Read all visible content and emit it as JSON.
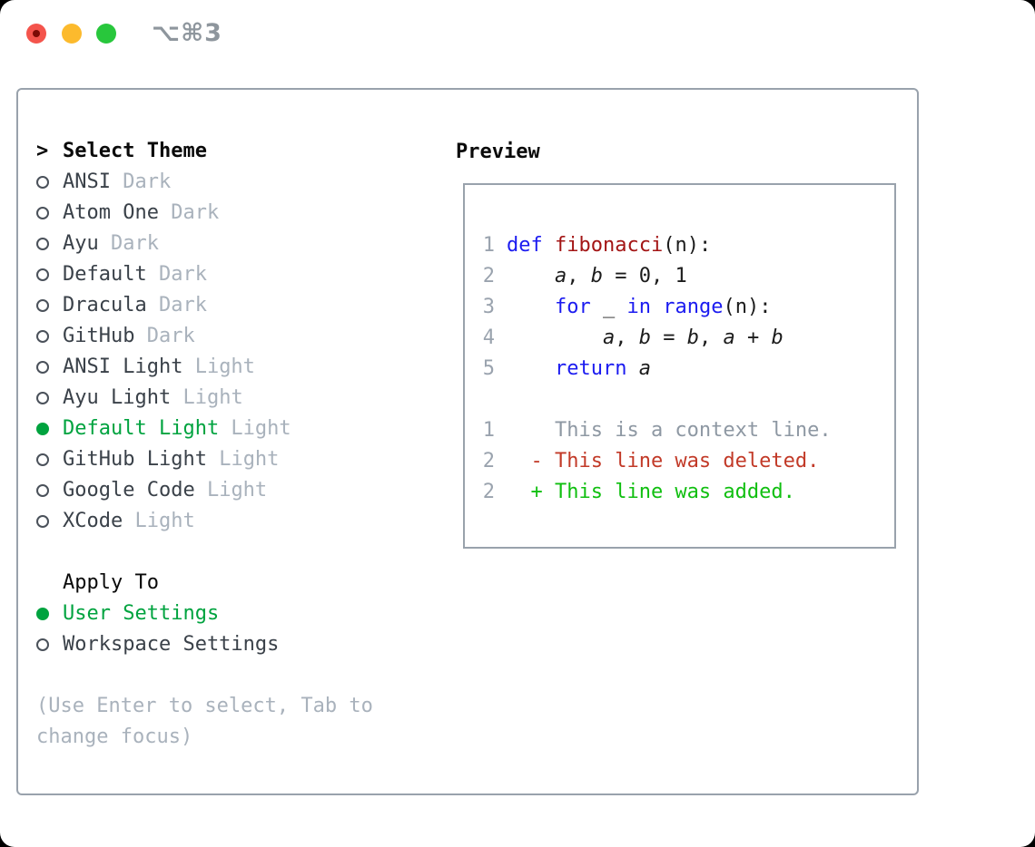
{
  "colors": {
    "accent-green": "#00A33F",
    "added-green": "#10BF10",
    "deleted-red": "#C23A28",
    "keyword-blue": "#1B1BF0",
    "function-red": "#A31515",
    "muted-gray": "#A9B2BC",
    "lineno-gray": "#9AA3AE",
    "context-gray": "#8E98A3",
    "text-dark": "#3A4149",
    "header-black": "#0A0A0A",
    "code-black": "#1C1C1C",
    "border-gray": "#99A2AC",
    "ring-gray": "#4A515A",
    "titlebar-gray": "#8E969D",
    "light-red": "#F4544C",
    "light-red-dot": "#7C0B05",
    "light-yellow": "#FCBA2D",
    "light-green": "#28C73C"
  },
  "window": {
    "title": "⌥⌘3"
  },
  "theme_panel": {
    "header_prefix": ">",
    "header_label": "Select Theme",
    "themes": [
      {
        "name": "ANSI",
        "variant": "Dark",
        "selected": false
      },
      {
        "name": "Atom One",
        "variant": "Dark",
        "selected": false
      },
      {
        "name": "Ayu",
        "variant": "Dark",
        "selected": false
      },
      {
        "name": "Default",
        "variant": "Dark",
        "selected": false
      },
      {
        "name": "Dracula",
        "variant": "Dark",
        "selected": false
      },
      {
        "name": "GitHub",
        "variant": "Dark",
        "selected": false
      },
      {
        "name": "ANSI Light",
        "variant": "Light",
        "selected": false
      },
      {
        "name": "Ayu Light",
        "variant": "Light",
        "selected": false
      },
      {
        "name": "Default Light",
        "variant": "Light",
        "selected": true
      },
      {
        "name": "GitHub Light",
        "variant": "Light",
        "selected": false
      },
      {
        "name": "Google Code",
        "variant": "Light",
        "selected": false
      },
      {
        "name": "XCode",
        "variant": "Light",
        "selected": false
      }
    ],
    "apply_to": {
      "label": "Apply To",
      "options": [
        {
          "label": "User Settings",
          "selected": true
        },
        {
          "label": "Workspace Settings",
          "selected": false
        }
      ]
    },
    "hint": "(Use Enter to select, Tab to change focus)"
  },
  "preview": {
    "title": "Preview",
    "code_lines": [
      {
        "n": "1",
        "tokens": [
          {
            "t": "def",
            "c": "kw"
          },
          {
            "t": " ",
            "c": "pl"
          },
          {
            "t": "fibonacci",
            "c": "fn"
          },
          {
            "t": "(n):",
            "c": "pl"
          }
        ]
      },
      {
        "n": "2",
        "tokens": [
          {
            "t": "    ",
            "c": "pl"
          },
          {
            "t": "a",
            "c": "var"
          },
          {
            "t": ", ",
            "c": "pl"
          },
          {
            "t": "b",
            "c": "var"
          },
          {
            "t": " = 0, 1",
            "c": "pl"
          }
        ]
      },
      {
        "n": "3",
        "tokens": [
          {
            "t": "    ",
            "c": "pl"
          },
          {
            "t": "for",
            "c": "kw"
          },
          {
            "t": " _ ",
            "c": "pl"
          },
          {
            "t": "in",
            "c": "kw"
          },
          {
            "t": " ",
            "c": "pl"
          },
          {
            "t": "range",
            "c": "kw"
          },
          {
            "t": "(n):",
            "c": "pl"
          }
        ]
      },
      {
        "n": "4",
        "tokens": [
          {
            "t": "        ",
            "c": "pl"
          },
          {
            "t": "a",
            "c": "var"
          },
          {
            "t": ", ",
            "c": "pl"
          },
          {
            "t": "b",
            "c": "var"
          },
          {
            "t": " = ",
            "c": "pl"
          },
          {
            "t": "b",
            "c": "var"
          },
          {
            "t": ", ",
            "c": "pl"
          },
          {
            "t": "a",
            "c": "var"
          },
          {
            "t": " + ",
            "c": "pl"
          },
          {
            "t": "b",
            "c": "var"
          }
        ]
      },
      {
        "n": "5",
        "tokens": [
          {
            "t": "    ",
            "c": "pl"
          },
          {
            "t": "return",
            "c": "kw"
          },
          {
            "t": " ",
            "c": "pl"
          },
          {
            "t": "a",
            "c": "var"
          }
        ]
      }
    ],
    "diff_lines": [
      {
        "n": "1",
        "kind": "ctx",
        "text": "    This is a context line."
      },
      {
        "n": "2",
        "kind": "del",
        "text": "  - This line was deleted."
      },
      {
        "n": "2",
        "kind": "add",
        "text": "  + This line was added."
      }
    ]
  }
}
